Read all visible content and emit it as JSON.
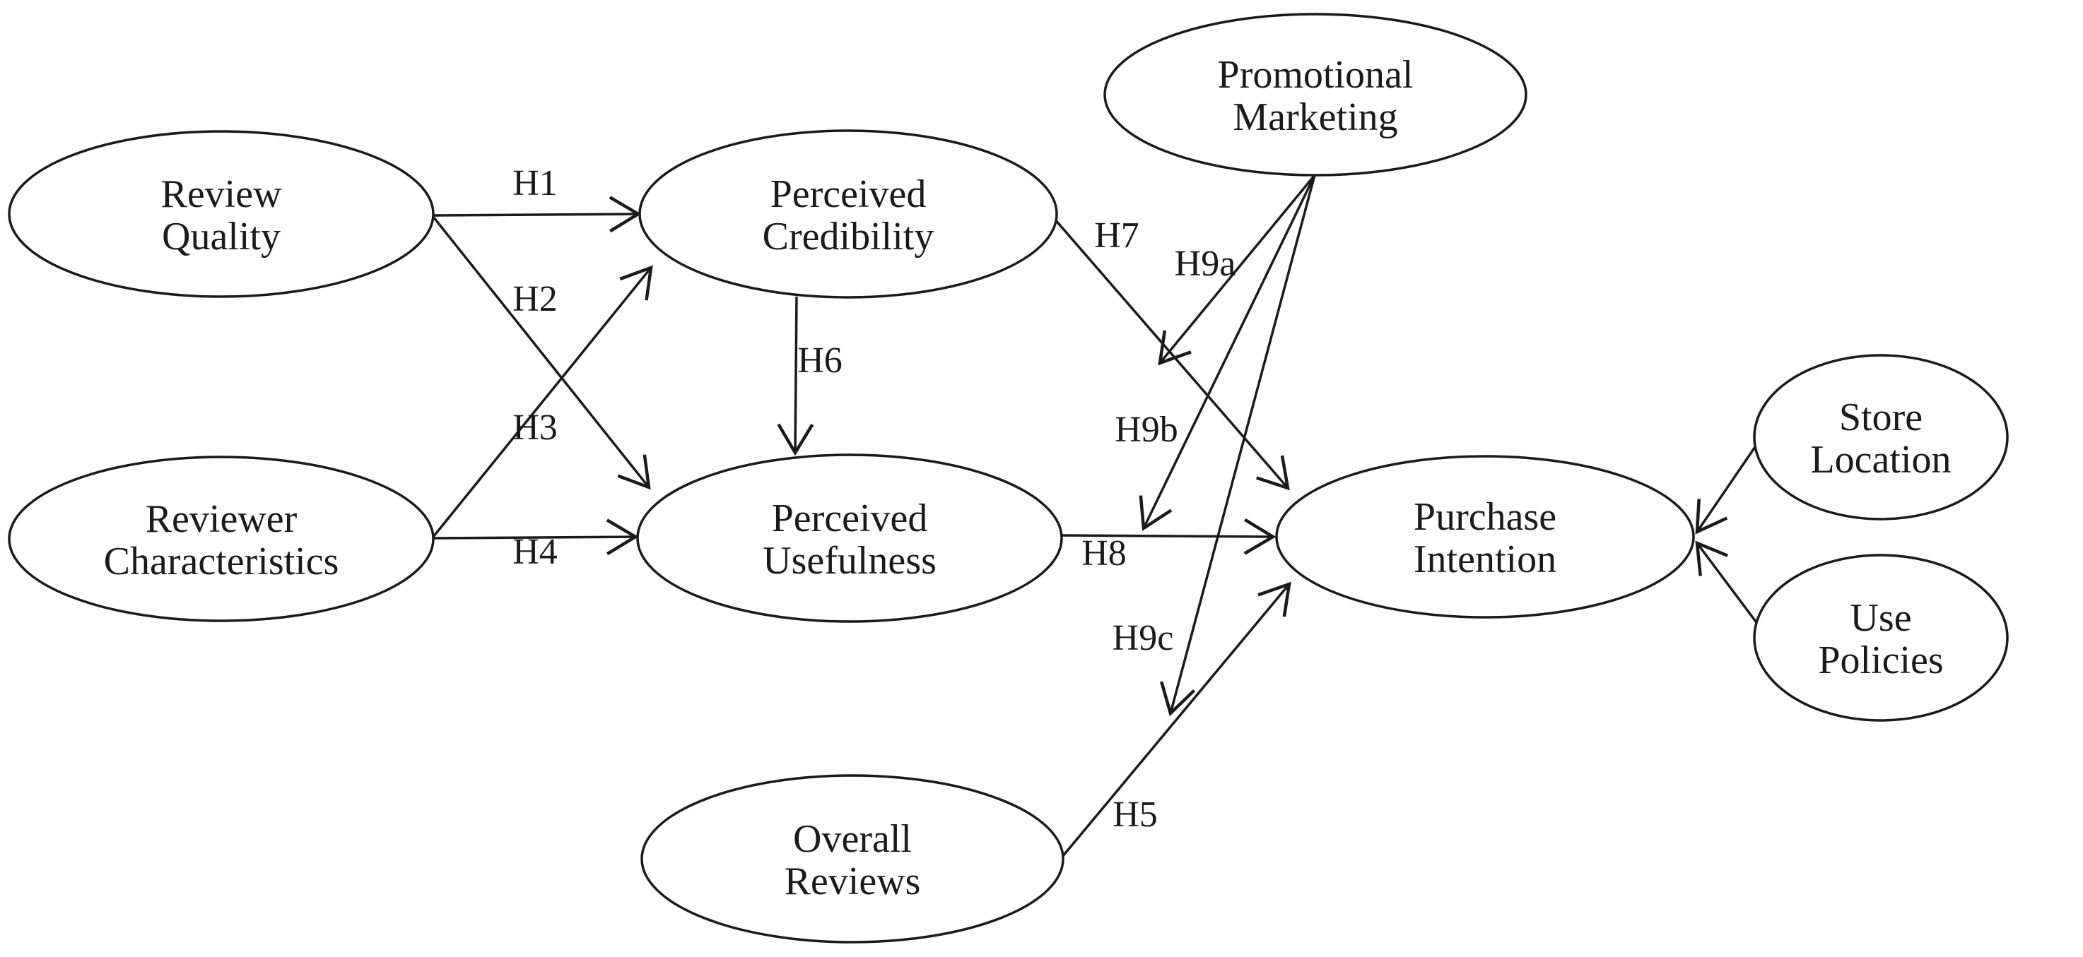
{
  "diagram": {
    "type": "hypothesis-path-model",
    "colors": {
      "stroke": "#1a1a1a",
      "background": "#ffffff"
    },
    "nodes": {
      "review_quality": {
        "line1": "Review",
        "line2": "Quality"
      },
      "reviewer_characteristics": {
        "line1": "Reviewer",
        "line2": "Characteristics"
      },
      "perceived_credibility": {
        "line1": "Perceived",
        "line2": "Credibility"
      },
      "perceived_usefulness": {
        "line1": "Perceived",
        "line2": "Usefulness"
      },
      "promotional_marketing": {
        "line1": "Promotional",
        "line2": "Marketing"
      },
      "overall_reviews": {
        "line1": "Overall",
        "line2": "Reviews"
      },
      "purchase_intention": {
        "line1": "Purchase",
        "line2": "Intention"
      },
      "store_location": {
        "line1": "Store",
        "line2": "Location"
      },
      "use_policies": {
        "line1": "Use",
        "line2": "Policies"
      }
    },
    "edges": [
      {
        "from": "Review Quality",
        "to": "Perceived Credibility",
        "label": "H1"
      },
      {
        "from": "Review Quality",
        "to": "Perceived Usefulness",
        "label": "H2"
      },
      {
        "from": "Reviewer Characteristics",
        "to": "Perceived Credibility",
        "label": "H3"
      },
      {
        "from": "Reviewer Characteristics",
        "to": "Perceived Usefulness",
        "label": "H4"
      },
      {
        "from": "Overall Reviews",
        "to": "Purchase Intention",
        "label": "H5"
      },
      {
        "from": "Perceived Credibility",
        "to": "Perceived Usefulness",
        "label": "H6"
      },
      {
        "from": "Perceived Credibility",
        "to": "Purchase Intention",
        "label": "H7"
      },
      {
        "from": "Perceived Usefulness",
        "to": "Purchase Intention",
        "label": "H8"
      },
      {
        "from": "Promotional Marketing",
        "to": "H7 path (moderation)",
        "label": "H9a"
      },
      {
        "from": "Promotional Marketing",
        "to": "H8 path (moderation)",
        "label": "H9b"
      },
      {
        "from": "Promotional Marketing",
        "to": "H5 path (moderation)",
        "label": "H9c"
      },
      {
        "from": "Store Location",
        "to": "Purchase Intention",
        "label": ""
      },
      {
        "from": "Use Policies",
        "to": "Purchase Intention",
        "label": ""
      }
    ]
  }
}
